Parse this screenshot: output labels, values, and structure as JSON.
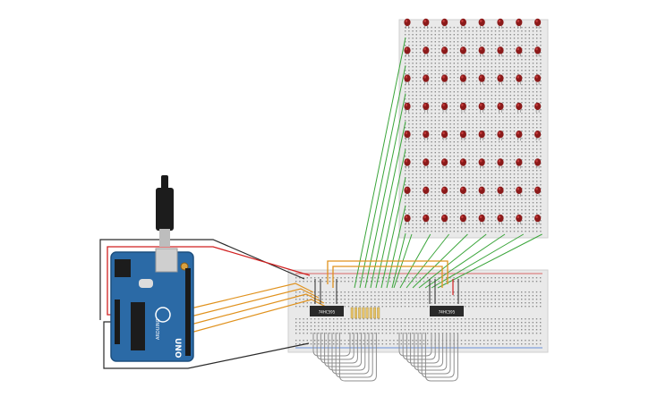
{
  "colors": {
    "background": "#ffffff",
    "breadboard": "#e9e9e9",
    "breadboard_hole": "#8c8c8c",
    "rail_red": "#d33b3b",
    "rail_blue": "#3b6fd3",
    "arduino_board": "#2b6aa6",
    "led_body": "#8b1a1a",
    "led_highlight": "#c43a3a",
    "wire_green": "#3aa53a",
    "wire_orange": "#e0921e",
    "wire_black": "#2a2a2a",
    "wire_red": "#d12020",
    "wire_gray": "#8e8e8e",
    "chip": "#2a2a2a"
  },
  "arduino": {
    "model_label": "UNO",
    "brand_label": "ARDUINO"
  },
  "chips": [
    {
      "label": "74HC595"
    },
    {
      "label": "74HC595"
    }
  ],
  "led_matrix": {
    "rows": 8,
    "cols": 8
  }
}
